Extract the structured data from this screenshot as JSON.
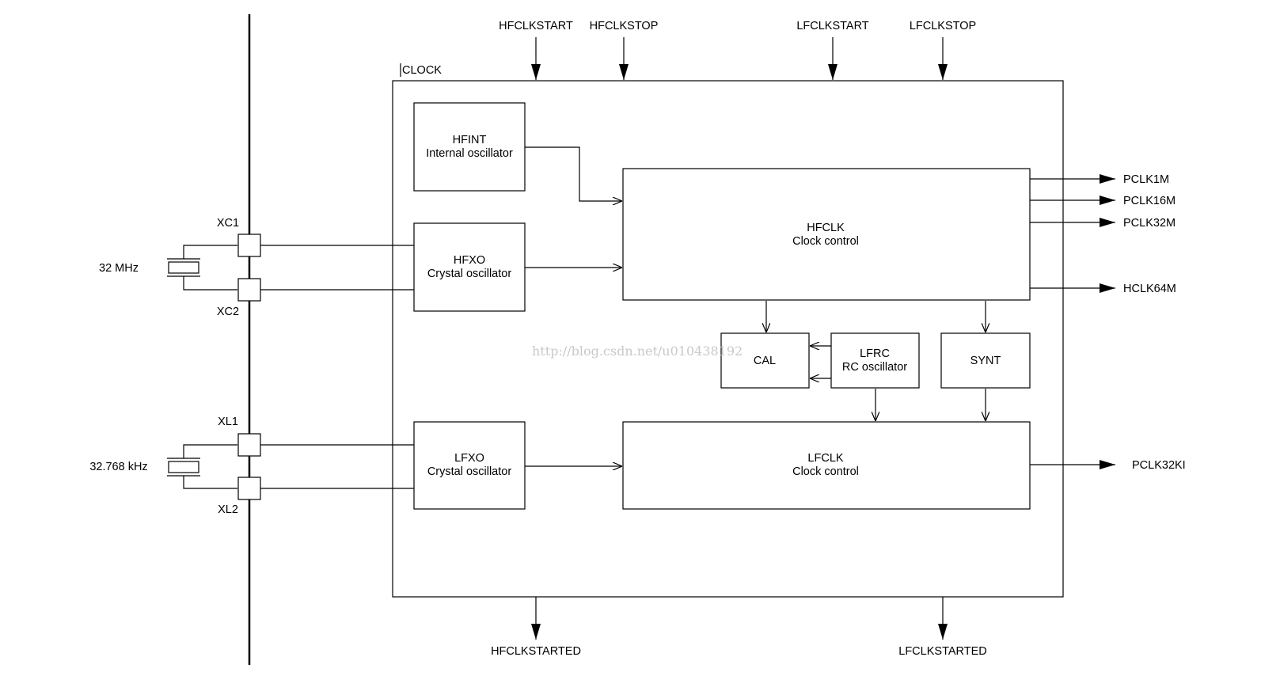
{
  "signals_in": {
    "hfclkstart": "HFCLKSTART",
    "hfclkstop": "HFCLKSTOP",
    "lfclkstart": "LFCLKSTART",
    "lfclkstop": "LFCLKSTOP"
  },
  "signals_out": {
    "hfclkstarted": "HFCLKSTARTED",
    "lfclkstarted": "LFCLKSTARTED"
  },
  "clock_block_label": "CLOCK",
  "pins": {
    "xc1": "XC1",
    "xc2": "XC2",
    "xl1": "XL1",
    "xl2": "XL2"
  },
  "crystals": {
    "hf_freq": "32 MHz",
    "lf_freq": "32.768 kHz"
  },
  "blocks": {
    "hfint": {
      "title": "HFINT",
      "subtitle": "Internal oscillator"
    },
    "hfxo": {
      "title": "HFXO",
      "subtitle": "Crystal oscillator"
    },
    "lfxo": {
      "title": "LFXO",
      "subtitle": "Crystal oscillator"
    },
    "hfclk": {
      "title": "HFCLK",
      "subtitle": "Clock control"
    },
    "lfclk": {
      "title": "LFCLK",
      "subtitle": "Clock control"
    },
    "cal": {
      "title": "CAL"
    },
    "lfrc": {
      "title": "LFRC",
      "subtitle": "RC oscillator"
    },
    "synt": {
      "title": "SYNT"
    }
  },
  "outputs": {
    "pclk1m": "PCLK1M",
    "pclk16m": "PCLK16M",
    "pclk32m": "PCLK32M",
    "hclk64m": "HCLK64M",
    "pclk32ki": "PCLK32KI"
  },
  "watermark": "http://blog.csdn.net/u010438192"
}
